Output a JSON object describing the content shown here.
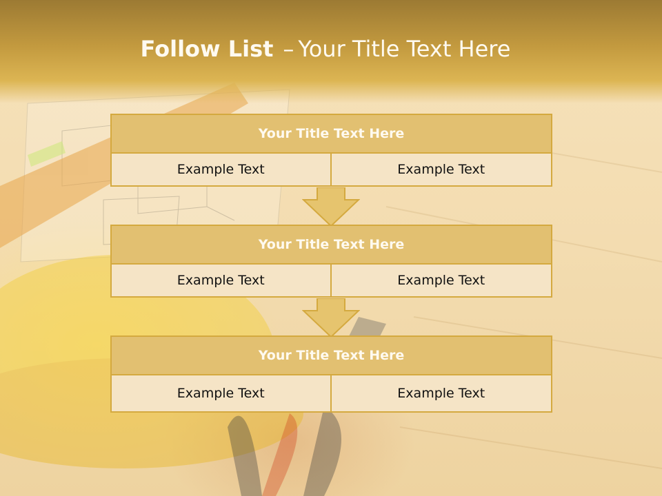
{
  "slide": {
    "title_bold": "Follow List",
    "title_separator": "–",
    "title_rest": "Your Title Text Here"
  },
  "blocks": [
    {
      "title": "Your Title Text Here",
      "left": "Example Text",
      "right": "Example Text"
    },
    {
      "title": "Your Title Text Here",
      "left": "Example Text",
      "right": "Example Text"
    },
    {
      "title": "Your Title Text Here",
      "left": "Example Text",
      "right": "Example Text"
    }
  ],
  "colors": {
    "header": "#c39a3f",
    "box_fill": "#e2c071",
    "cell_fill": "#f5e4c6",
    "border": "#d4a93f",
    "arrow": "#e6c46e"
  },
  "icons": [
    "down-arrow-icon"
  ]
}
